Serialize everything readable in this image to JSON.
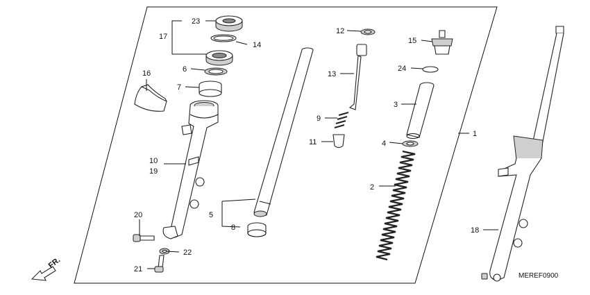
{
  "diagram": {
    "code": "MEREF0900",
    "direction_label": "FR.",
    "callouts": {
      "c1": "1",
      "c2": "2",
      "c3": "3",
      "c4": "4",
      "c5": "5",
      "c6": "6",
      "c7": "7",
      "c8": "8",
      "c9": "9",
      "c10": "10",
      "c11": "11",
      "c12": "12",
      "c13": "13",
      "c14": "14",
      "c15": "15",
      "c16": "16",
      "c17": "17",
      "c18": "18",
      "c19": "19",
      "c20": "20",
      "c21": "21",
      "c22": "22",
      "c23": "23",
      "c24": "24"
    }
  }
}
